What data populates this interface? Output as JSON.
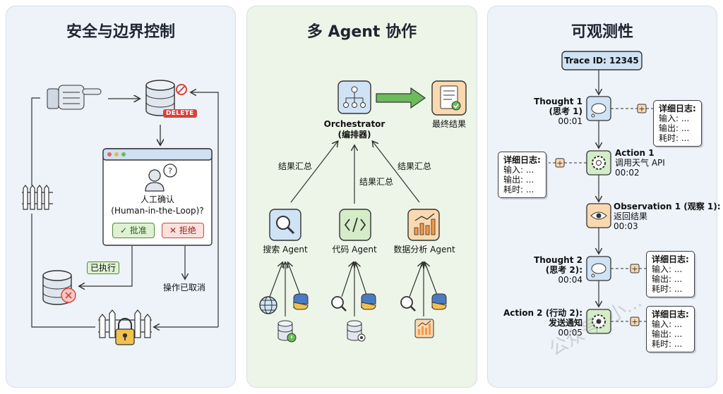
{
  "panel1": {
    "title": "安全与边界控制",
    "delete_badge": "DELETE",
    "dialog": {
      "line1": "人工确认",
      "line2": "(Human-in-the-Loop)?",
      "approve": "批准",
      "reject": "拒绝"
    },
    "executed": "已执行",
    "cancelled": "操作已取消"
  },
  "panel2": {
    "title": "多 Agent 协作",
    "orchestrator": {
      "line1": "Orchestrator",
      "line2": "(编排器)"
    },
    "final": "最终结果",
    "summary_left": "结果汇总",
    "summary_mid": "结果汇总",
    "summary_right": "结果汇总",
    "agents": [
      "搜索 Agent",
      "代码 Agent",
      "数据分析 Agent"
    ]
  },
  "panel3": {
    "title": "可观测性",
    "trace": "Trace ID: 12345",
    "steps": [
      {
        "line1": "Thought 1",
        "line2": "(思考 1)",
        "time": "00:01"
      },
      {
        "line1": "Action 1",
        "line2": "调用天气 API",
        "time": "00:02"
      },
      {
        "line1": "Observation 1 (观察 1):",
        "line2": "返回结果",
        "time": "00:03"
      },
      {
        "line1": "Thought 2",
        "line2": "(思考 2):",
        "time": "00:04"
      },
      {
        "line1": "Action 2 (行动 2):",
        "line2": "发送通知",
        "time": "00:05"
      }
    ],
    "log": {
      "title": "详细日志:",
      "input": "输入: ...",
      "output": "输出: ...",
      "duration": "耗时: ..."
    }
  },
  "watermark": "公众号: 小...",
  "colors": {
    "panel_blue": "#edf3f9",
    "panel_green": "#edf5e8",
    "icon_blue": "#cfe3f5",
    "icon_green": "#d5ecc8",
    "icon_orange": "#fbd9b0",
    "danger": "#d9413a"
  }
}
